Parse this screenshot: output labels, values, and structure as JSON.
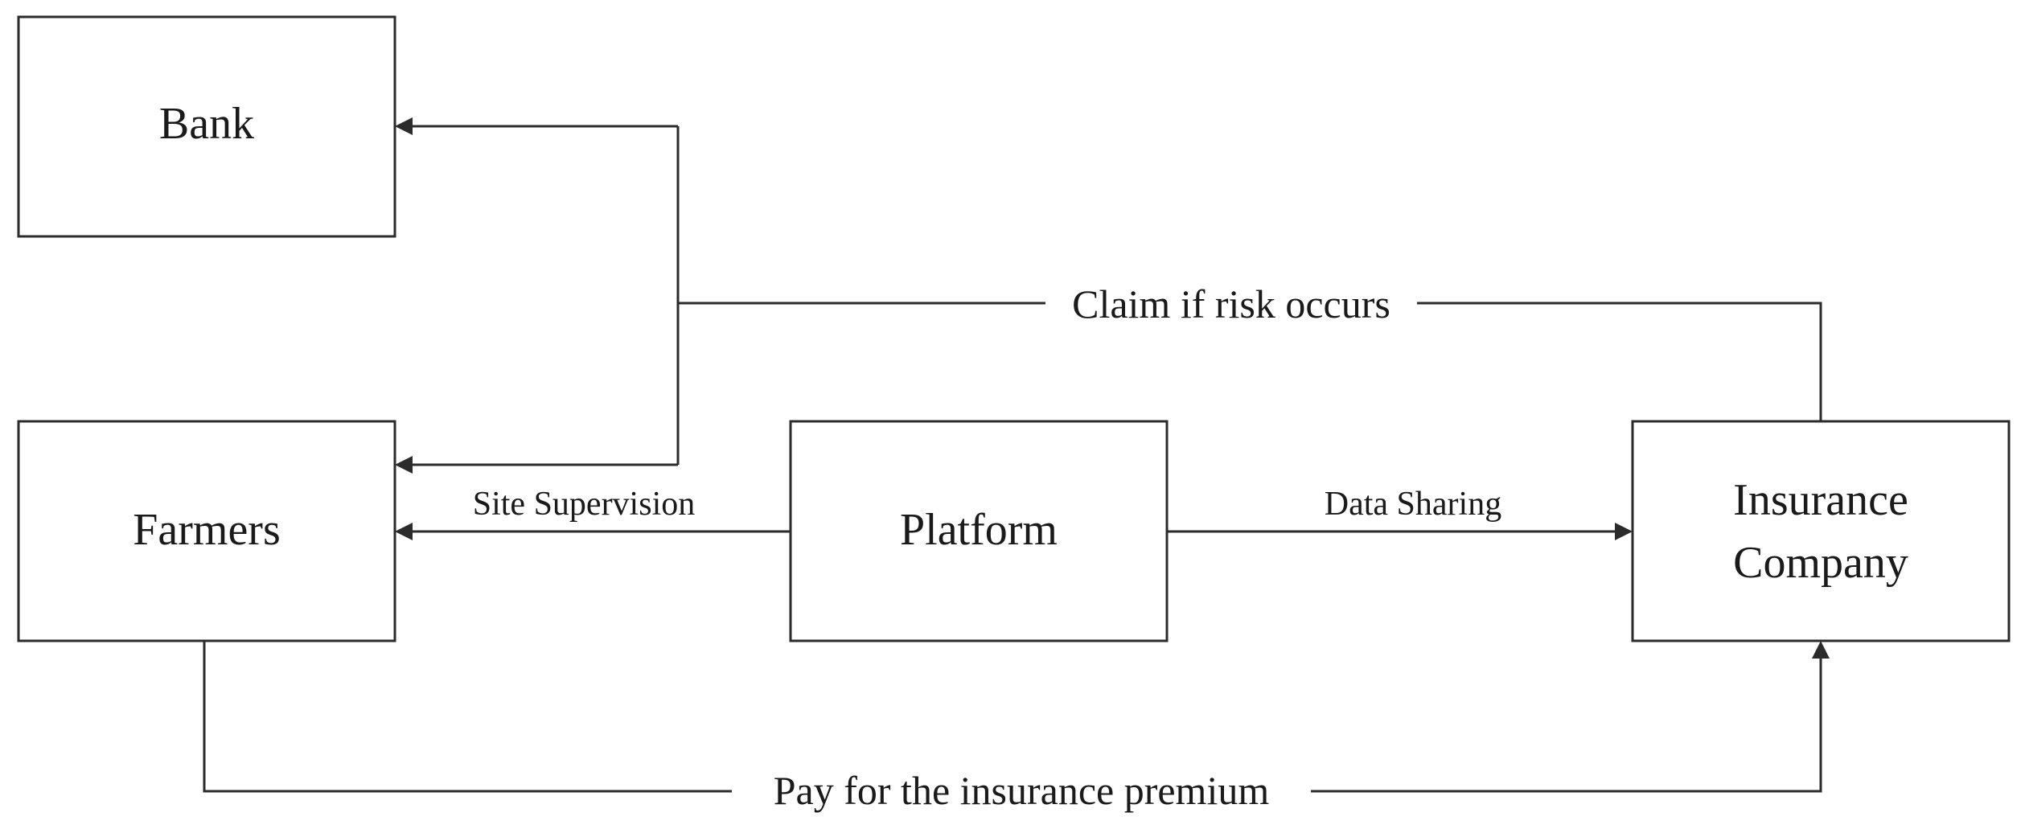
{
  "nodes": {
    "bank": "Bank",
    "farmers": "Farmers",
    "platform": "Platform",
    "insurance_line1": "Insurance",
    "insurance_line2": "Company"
  },
  "edges": {
    "claim": "Claim if risk occurs",
    "site_supervision": "Site Supervision",
    "data_sharing": "Data Sharing",
    "premium": "Pay for the insurance premium"
  },
  "colors": {
    "stroke": "#2b2b2b",
    "background": "#ffffff"
  }
}
